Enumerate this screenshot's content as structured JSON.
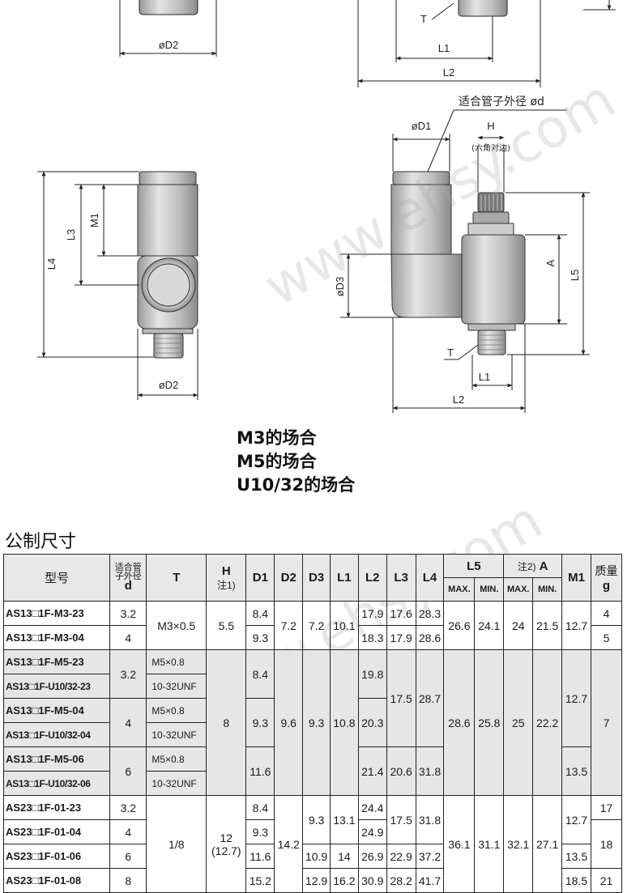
{
  "drawing": {
    "top": {
      "dim_left": "øD2",
      "t_label": "T",
      "l1": "L1",
      "l2": "L2"
    },
    "left_view": {
      "m1": "M1",
      "l3": "L3",
      "l4": "L4",
      "d2": "øD2"
    },
    "right_view": {
      "tube_label": "适合管子外径 ød",
      "d1": "øD1",
      "h": "H",
      "h_note": "(六角对边)",
      "a": "A",
      "l5": "L5",
      "d3": "øD3",
      "t": "T",
      "l1": "L1",
      "l2": "L2"
    }
  },
  "cases": [
    "M3的场合",
    "M5的场合",
    "U10/32的场合"
  ],
  "watermark": "www.ehsy.com",
  "section_title": "公制尺寸",
  "table": {
    "headers": {
      "model": "型号",
      "tube_a": "适合管",
      "tube_b": "子外径",
      "tube_d": "d",
      "t": "T",
      "h": "H",
      "h_note": "注1)",
      "d1": "D1",
      "d2": "D2",
      "d3": "D3",
      "l1": "L1",
      "l2": "L2",
      "l3": "L3",
      "l4": "L4",
      "l5": "L5",
      "a_note": "注2)",
      "a": "A",
      "m1": "M1",
      "mass": "质量",
      "mass_unit": "g",
      "max": "MAX.",
      "min": "MIN."
    },
    "rows": [
      {
        "model": "AS13□1F-M3-23",
        "d": "3.2",
        "t": "M3×0.5",
        "h": "5.5",
        "d1": "8.4",
        "d2": "7.2",
        "d3": "7.2",
        "l1": "10.1",
        "l2": "17.9",
        "l3": "17.6",
        "l4": "28.3",
        "l5max": "26.6",
        "l5min": "24.1",
        "amax": "24",
        "amin": "21.5",
        "m1": "12.7",
        "mass": "4"
      },
      {
        "model": "AS13□1F-M3-04",
        "d": "4",
        "d1": "9.3",
        "l2": "18.3",
        "l3": "17.9",
        "l4": "28.6",
        "mass": "5"
      },
      {
        "model": "AS13□1F-M5-23",
        "d": "3.2",
        "t": "M5×0.8",
        "h": "8",
        "d1": "8.4",
        "d2": "9.6",
        "d3": "9.3",
        "l1": "10.8",
        "l2": "19.8",
        "l3": "17.5",
        "l4": "28.7",
        "l5max": "28.6",
        "l5min": "25.8",
        "amax": "25",
        "amin": "22.2",
        "m1": "12.7",
        "mass": "7"
      },
      {
        "model": "AS13□1F-U10/32-23",
        "t": "10-32UNF"
      },
      {
        "model": "AS13□1F-M5-04",
        "d": "4",
        "t": "M5×0.8",
        "d1": "9.3",
        "l2": "20.3"
      },
      {
        "model": "AS13□1F-U10/32-04",
        "t": "10-32UNF"
      },
      {
        "model": "AS13□1F-M5-06",
        "d": "6",
        "t": "M5×0.8",
        "d1": "11.6",
        "l2": "21.4",
        "l3": "20.6",
        "l4": "31.8",
        "m1": "13.5"
      },
      {
        "model": "AS13□1F-U10/32-06",
        "t": "10-32UNF"
      },
      {
        "model": "AS23□1F-01-23",
        "d": "3.2",
        "t": "1/8",
        "h": "12",
        "h2": "(12.7)",
        "d1": "8.4",
        "d2": "14.2",
        "d3": "9.3",
        "l1": "13.1",
        "l2": "24.4",
        "l3": "17.5",
        "l4": "31.8",
        "l5max": "36.1",
        "l5min": "31.1",
        "amax": "32.1",
        "amin": "27.1",
        "m1": "12.7",
        "mass": "17"
      },
      {
        "model": "AS23□1F-01-04",
        "d": "4",
        "d1": "9.3",
        "l2": "24.9",
        "mass": "18"
      },
      {
        "model": "AS23□1F-01-06",
        "d": "6",
        "d1": "11.6",
        "d3": "10.9",
        "l1": "14",
        "l2": "26.9",
        "l3": "22.9",
        "l4": "37.2",
        "m1": "13.5"
      },
      {
        "model": "AS23□1F-01-08",
        "d": "8",
        "d1": "15.2",
        "d3": "12.9",
        "l1": "16.2",
        "l2": "30.9",
        "l3": "28.2",
        "l4": "41.7",
        "m1": "18.5",
        "mass": "21"
      }
    ]
  }
}
